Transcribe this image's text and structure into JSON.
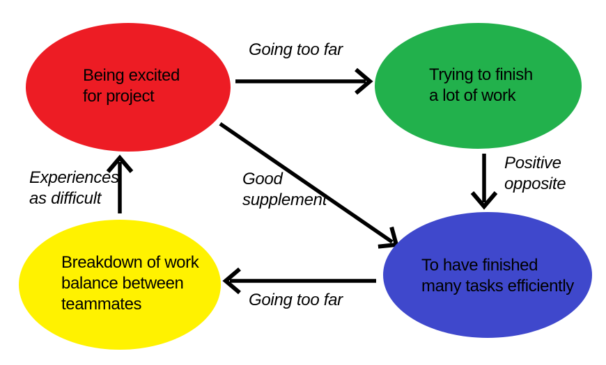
{
  "colors": {
    "background": "#ffffff",
    "arrow": "#000000",
    "text": "#000000",
    "node_red": "#ED1C24",
    "node_green": "#22B14C",
    "node_blue": "#3F48CC",
    "node_yellow": "#FFF200"
  },
  "nodes": {
    "excited": {
      "color": "#ED1C24",
      "lines": [
        "Being excited",
        "for project"
      ]
    },
    "trying": {
      "color": "#22B14C",
      "lines": [
        "Trying to finish",
        "a lot of work"
      ]
    },
    "finished": {
      "color": "#3F48CC",
      "lines": [
        "To have finished",
        "many tasks efficiently"
      ]
    },
    "breakdown": {
      "color": "#FFF200",
      "lines": [
        "Breakdown of work",
        "balance between",
        "teammates"
      ]
    }
  },
  "edges": {
    "excited_to_trying": {
      "from": "excited",
      "to": "trying",
      "label_lines": [
        "Going too far"
      ]
    },
    "trying_to_finished": {
      "from": "trying",
      "to": "finished",
      "label_lines": [
        "Positive",
        "opposite"
      ]
    },
    "excited_to_finished": {
      "from": "excited",
      "to": "finished",
      "label_lines": [
        "Good",
        "supplement"
      ]
    },
    "finished_to_breakdown": {
      "from": "finished",
      "to": "breakdown",
      "label_lines": [
        "Going too far"
      ]
    },
    "breakdown_to_excited": {
      "from": "breakdown",
      "to": "excited",
      "label_lines": [
        "Experiences",
        "as difficult"
      ]
    }
  }
}
